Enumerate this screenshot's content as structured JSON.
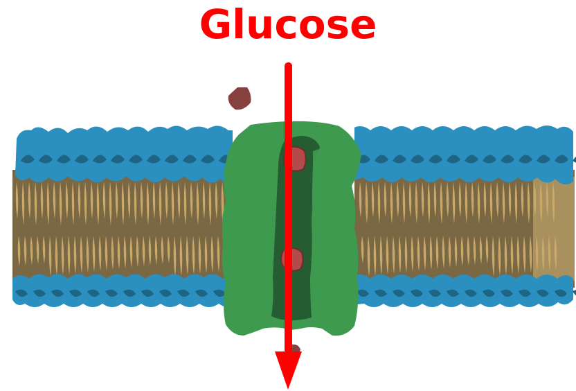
{
  "title": "Glucose",
  "colors": {
    "label": "#ff0000",
    "arrow": "#ff0000",
    "head_light": "#2b8fbf",
    "head_dark": "#1e6585",
    "head_highlight": "#4aaee0",
    "tail_fill": "#7a6844",
    "tail_light": "#c9a86a",
    "protein": "#3d9a4f",
    "protein_channel": "#255c31",
    "glucose": "#86403e"
  },
  "icons": {
    "membrane": "lipid-bilayer",
    "transporter": "glucose-transporter-protein",
    "molecule": "glucose-molecule",
    "arrow": "down-arrow"
  }
}
